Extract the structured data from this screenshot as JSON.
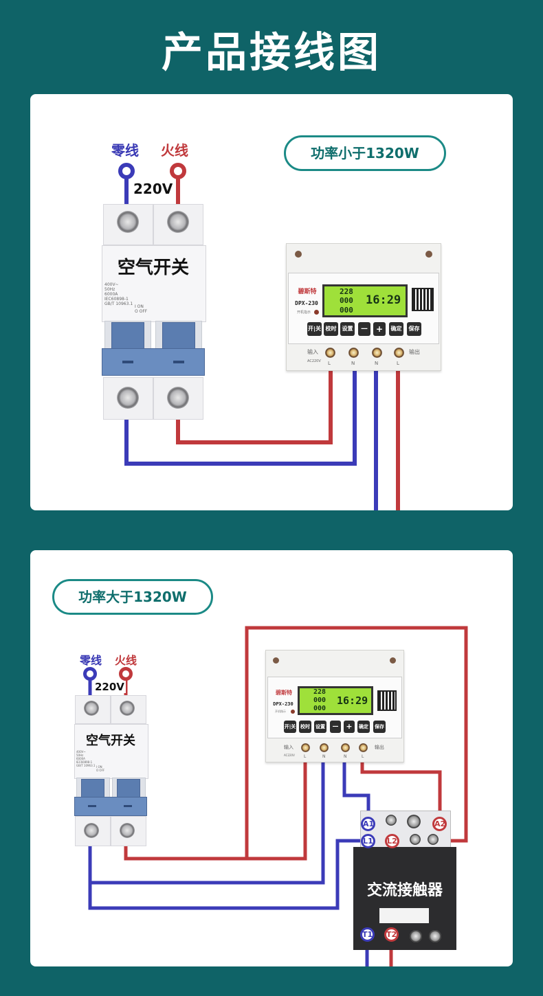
{
  "title": "产品接线图",
  "colors": {
    "background": "#0f6367",
    "neutral_wire": "#3b3bb8",
    "live_wire": "#c0393c",
    "pill_border": "#1b8a86",
    "lcd": "#9fe03a"
  },
  "shared": {
    "neutral_label": "零线",
    "live_label": "火线",
    "voltage_label": "220V",
    "breaker_name": "空气开关",
    "breaker_spec": "400V~\n50Hz\n6000A\nIEC60898-1\nGB/T 10963.1",
    "breaker_switch": "I ON\nO OFF",
    "timer_brand": "碧斯特",
    "timer_model": "DPX-230",
    "timer_lcd_voltage": "228",
    "timer_lcd_mid": "000",
    "timer_lcd_low": "000",
    "timer_lcd_clock": "16:29",
    "timer_power_indicator": "开机指示",
    "timer_buttons": [
      "开|关",
      "校时",
      "设置",
      "—",
      "+",
      "确定",
      "保存"
    ],
    "timer_input_label": "输入",
    "timer_output_label": "输出",
    "timer_ac_label": "AC220V",
    "timer_terminals": [
      "L",
      "N",
      "N",
      "L"
    ]
  },
  "diagram1": {
    "heading": "功率小于1320W"
  },
  "diagram2": {
    "heading": "功率大于1320W",
    "contactor_name": "交流接触器",
    "contactor_badges": [
      "A1",
      "A2",
      "L1",
      "L2",
      "T1",
      "T2"
    ]
  }
}
